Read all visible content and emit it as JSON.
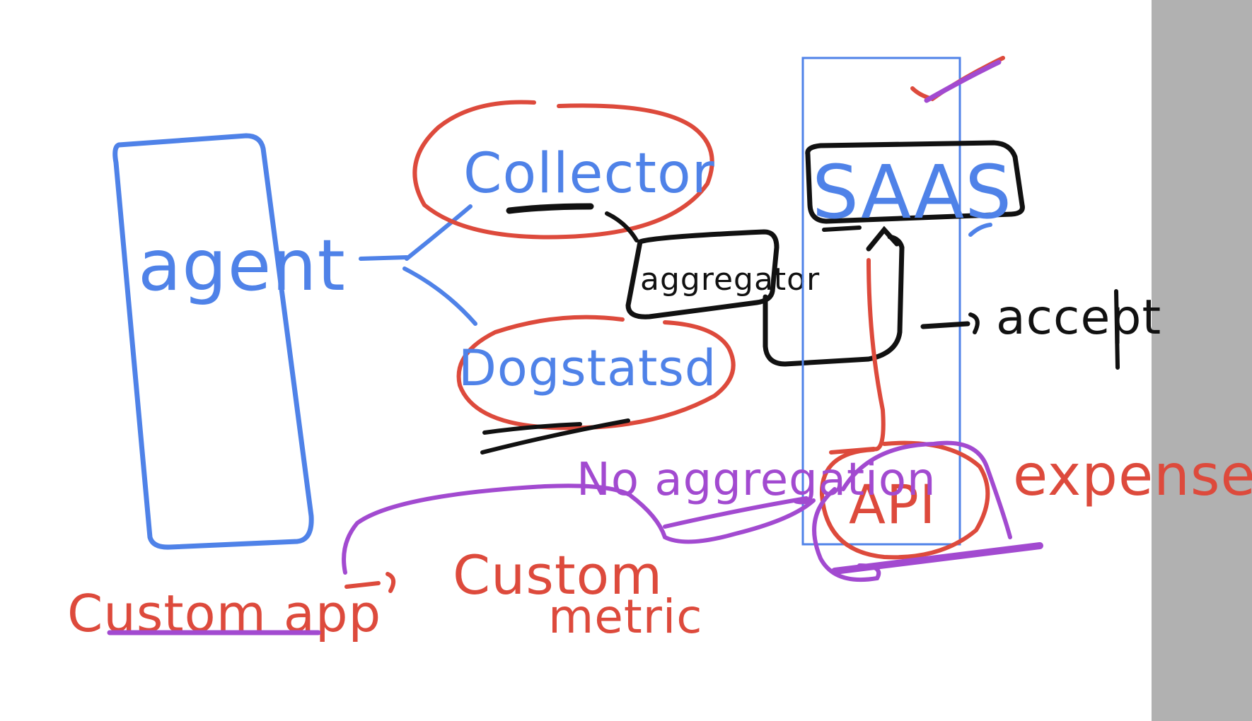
{
  "colors": {
    "blue": "#4f82e8",
    "red": "#dd4a3c",
    "purple": "#a24ad0",
    "black": "#111111",
    "gutter": "#b1b1b1"
  },
  "labels": {
    "agent": "agent",
    "collector": "Collector",
    "dogstatsd": "Dogstatsd",
    "aggregator": "aggregator",
    "saas": "SAAS",
    "accept": "accept",
    "no_aggregation": "No aggregation",
    "api": "API",
    "expense": "expense",
    "custom_app": "Custom app",
    "custom_metric_line1": "Custom",
    "custom_metric_line2": "metric"
  },
  "icons": {
    "check": "check-mark-icon",
    "arrow": "arrow-right-icon"
  }
}
